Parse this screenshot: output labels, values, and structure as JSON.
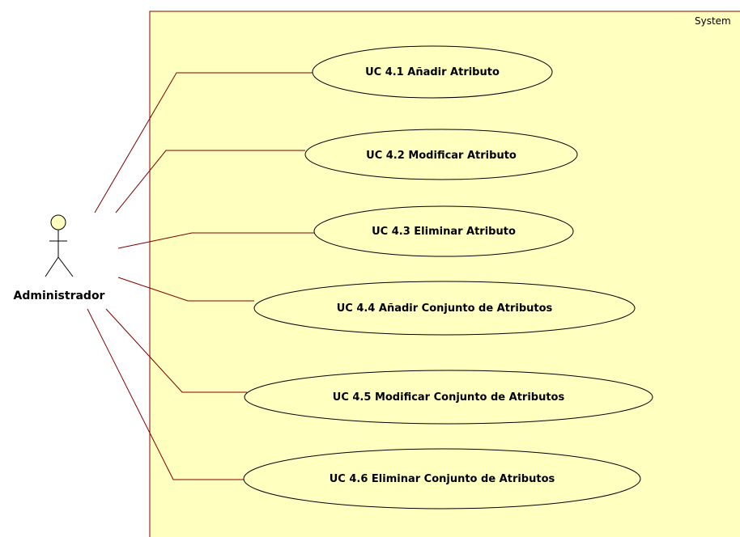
{
  "colors": {
    "system_fill": "#ffffc0",
    "system_stroke": "#8b0000",
    "usecase_fill": "#ffffc0",
    "usecase_stroke": "#000000",
    "association_line": "#800000",
    "actor_fill": "#ffffc0",
    "actor_stroke": "#000000"
  },
  "system": {
    "label": "System"
  },
  "actor": {
    "name": "Administrador",
    "icon": "stick-figure-icon"
  },
  "use_cases": [
    {
      "label": "UC 4.1 Añadir Atributo"
    },
    {
      "label": "UC 4.2 Modificar Atributo"
    },
    {
      "label": "UC 4.3 Eliminar Atributo"
    },
    {
      "label": "UC 4.4 Añadir Conjunto de Atributos"
    },
    {
      "label": "UC 4.5 Modificar Conjunto de Atributos"
    },
    {
      "label": "UC 4.6 Eliminar Conjunto de Atributos"
    }
  ]
}
